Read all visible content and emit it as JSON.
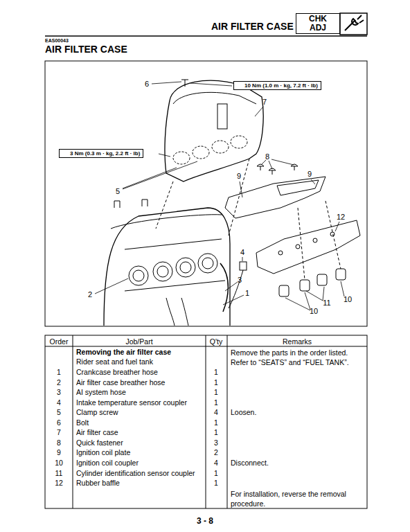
{
  "diagram": {
    "title": "AIR FILTER CASE",
    "nodes": [
      {
        "text": [
          "CHK",
          "ADJ"
        ]
      },
      {
        "text": [
          "10 Nm (1.0 m · kg, 7.2 ft · lb)"
        ]
      },
      {
        "text": [
          "3 Nm (0.3 m · kg, 2.2 ft · lb)"
        ]
      }
    ],
    "labels": [
      "AIR FILTER CASE",
      "EAS00043",
      "6",
      "7",
      "8",
      "9",
      "9",
      "5",
      "12",
      "4",
      "3",
      "1",
      "2",
      "11",
      "10",
      "10",
      "Order",
      "Job/Part",
      "Q'ty",
      "Remarks",
      "Removing the air filter case",
      "Remove the parts in the order listed. Refer to “SEATS” and “FUEL TANK”.",
      "Rider seat and fuel tank",
      "1",
      "Crankcase breather hose",
      "1",
      "2",
      "Air filter case breather hose",
      "1",
      "3",
      "AI system hose",
      "1",
      "4",
      "Intake temperature sensor coupler",
      "1",
      "5",
      "Clamp screw",
      "4",
      "Loosen.",
      "6",
      "Bolt",
      "1",
      "7",
      "Air filter case",
      "1",
      "8",
      "Quick fastener",
      "3",
      "9",
      "Ignition coil plate",
      "2",
      "10",
      "Ignition coil coupler",
      "4",
      "Disconnect.",
      "11",
      "Cylinder identification sensor coupler",
      "1",
      "12",
      "Rubber baffle",
      "1",
      "For installation, reverse the removal procedure.",
      "3 - 8"
    ]
  }
}
